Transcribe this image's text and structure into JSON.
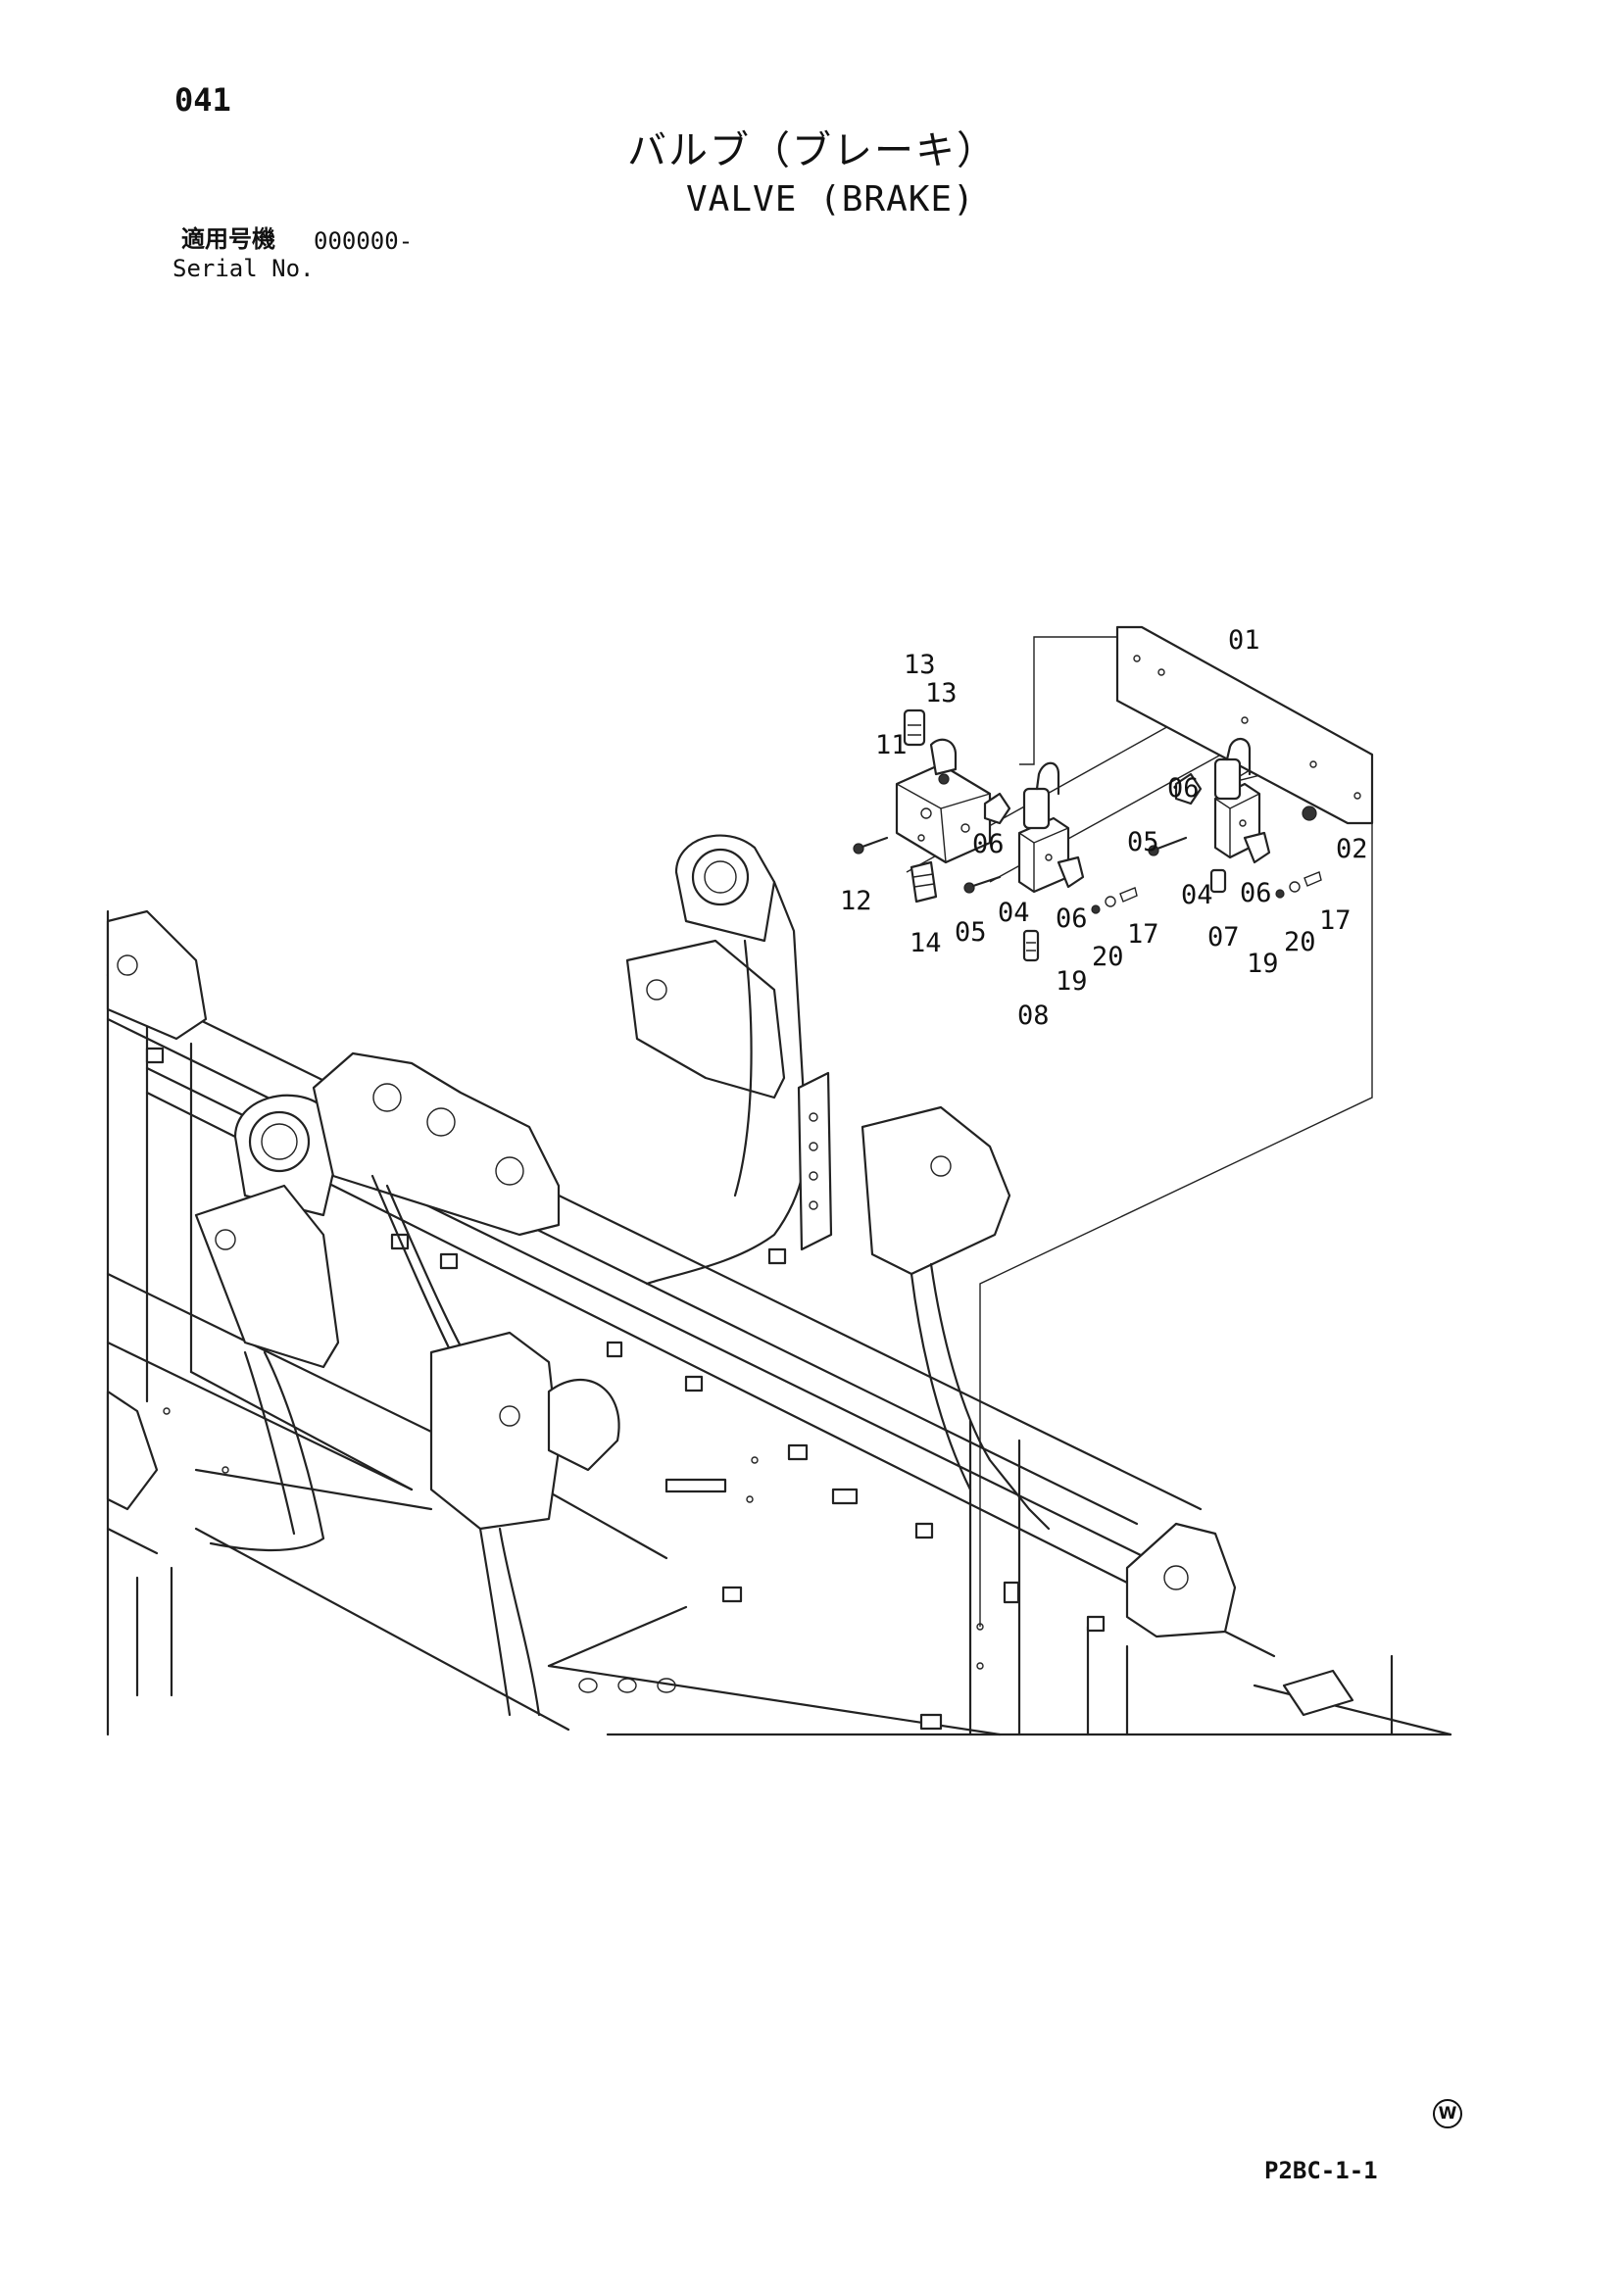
{
  "page_number": "041",
  "title_jp": "バルブ（ブレーキ）",
  "title_en": "VALVE (BRAKE)",
  "serial": {
    "label_jp": "適用号機",
    "value": "000000-",
    "label_en": "Serial No."
  },
  "callouts": {
    "c01": "01",
    "c02": "02",
    "c04a": "04",
    "c04b": "04",
    "c05a": "05",
    "c05b": "05",
    "c06a": "06",
    "c06b": "06",
    "c06c": "06",
    "c06d": "06",
    "c07": "07",
    "c08": "08",
    "c11": "11",
    "c12": "12",
    "c13a": "13",
    "c13b": "13",
    "c14": "14",
    "c17a": "17",
    "c17b": "17",
    "c19a": "19",
    "c19b": "19",
    "c20a": "20",
    "c20b": "20"
  },
  "w_mark": "W",
  "page_code": "P2BC-1-1"
}
